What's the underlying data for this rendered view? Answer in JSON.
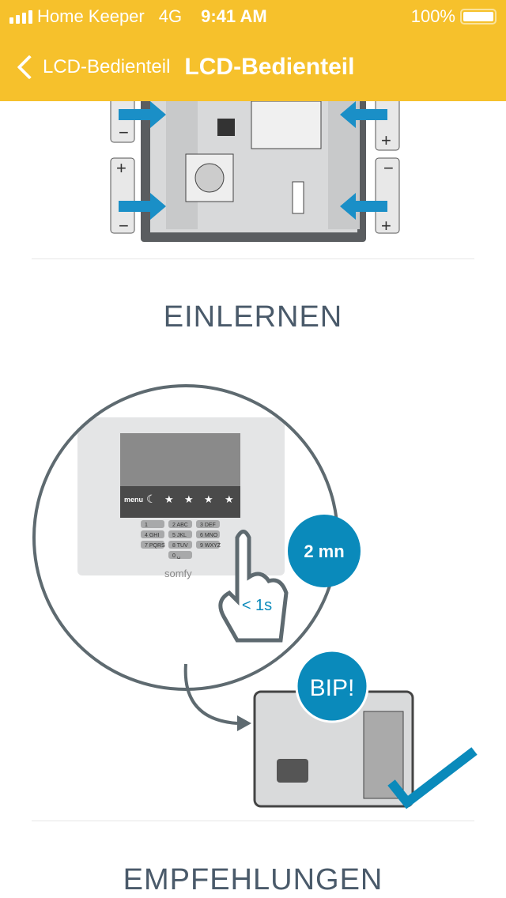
{
  "status_bar": {
    "carrier": "Home Keeper",
    "network": "4G",
    "time": "9:41 AM",
    "battery": "100%"
  },
  "nav": {
    "back_label": "LCD-Bedienteil",
    "title": "LCD-Bedienteil"
  },
  "sections": [
    {
      "heading": "EINLERNEN"
    },
    {
      "heading": "EMPFEHLUNGEN"
    }
  ],
  "illustration": {
    "keypad_menu": "menu",
    "keys": [
      "1",
      "2 ABC",
      "3 DEF",
      "4 GHI",
      "5 JKL",
      "6 MNO",
      "7 PQRS",
      "8 TUV",
      "9 WXYZ",
      "0 ␣"
    ],
    "brand": "somfy",
    "timer_badge": "2 mn",
    "press_duration": "< 1s",
    "beep": "BIP!"
  },
  "colors": {
    "header": "#f6c12c",
    "accent": "#0a8abb",
    "text": "#4a5a6a"
  }
}
